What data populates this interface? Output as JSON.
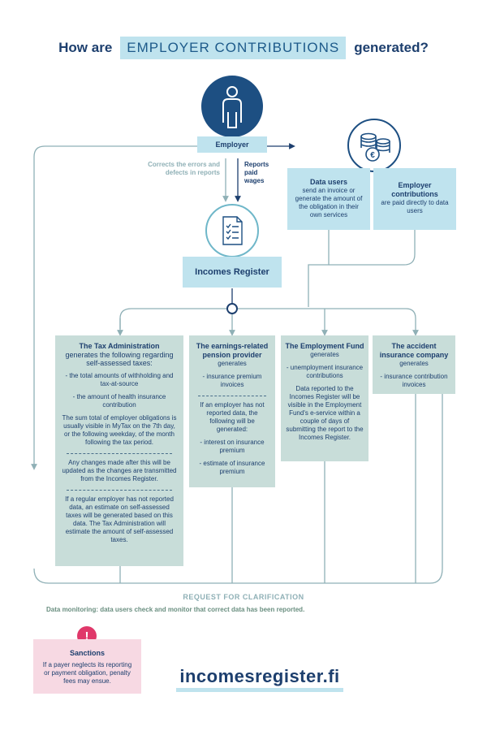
{
  "title": {
    "pre": "How are",
    "highlight": "EMPLOYER CONTRIBUTIONS",
    "post": "generated?"
  },
  "employer": {
    "label": "Employer"
  },
  "corrects": "Corrects the errors and defects in reports",
  "reports": "Reports paid wages",
  "incomes_register": "Incomes Register",
  "data_users": {
    "heading": "Data users",
    "text": "send an invoice or generate the amount of the obligation in their own services"
  },
  "employer_contributions": {
    "heading": "Employer contributions",
    "text": "are paid directly to data users"
  },
  "tax": {
    "heading": "The Tax Administration",
    "sub": "generates the following regarding self-assessed taxes:",
    "item1": "- the total amounts of withholding and tax-at-source",
    "item2": "- the amount of health insurance contribution",
    "p1": "The sum total of employer obligations is usually visible in MyTax on the 7th day, or the following weekday, of the month following the tax period.",
    "p2": "Any changes made after this will be updated as the changes are transmitted from the Incomes Register.",
    "p3": "If a regular employer has not reported data, an estimate on self-assessed taxes will be generated based on this data. The Tax Administration will estimate the amount of self-assessed taxes."
  },
  "pension": {
    "heading": "The earnings-related pension provider",
    "sub": "generates",
    "item1": "- insurance premium invoices",
    "p1": "If an employer has not reported data, the following will be generated:",
    "item2": "- interest on insurance premium",
    "item3": "- estimate of insurance premium"
  },
  "employment_fund": {
    "heading": "The Employment Fund",
    "sub": "generates",
    "item1": "- unemployment insurance contributions",
    "p1": "Data reported to the Incomes Register will be visible in the Employment Fund's e-service within a couple of days of submitting the report to the Incomes Register."
  },
  "accident": {
    "heading": "The accident insurance company",
    "sub": "generates",
    "item1": "- insurance contribution invoices"
  },
  "request": "REQUEST FOR CLARIFICATION",
  "monitoring": "Data monitoring: data users check and monitor that correct data has been reported.",
  "sanctions": {
    "icon": "!",
    "heading": "Sanctions",
    "text": "If a payer neglects its reporting or payment obligation, penalty fees may ensue."
  },
  "site": "incomesregister.fi",
  "colors": {
    "navy": "#1d3f6e",
    "teal_box": "#c8ddd9",
    "blue_box": "#bfe3ee",
    "line": "#8fb0b6",
    "pink": "#f7d9e3",
    "accent_red": "#e0386a"
  },
  "icons": [
    "person-icon",
    "coins-euro-icon",
    "checklist-document-icon",
    "exclamation-icon"
  ]
}
